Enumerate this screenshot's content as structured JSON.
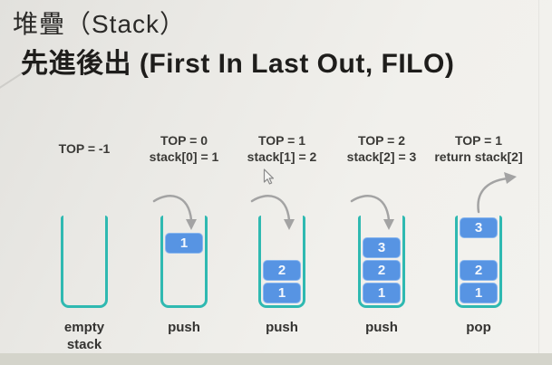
{
  "title": {
    "line1": "堆疊（Stack）",
    "line2": "先進後出 (First In Last Out, FILO)"
  },
  "columns": [
    {
      "state_line1": "TOP = -1",
      "state_line2": "",
      "operation": "empty\nstack",
      "blocks": []
    },
    {
      "state_line1": "TOP = 0",
      "state_line2": "stack[0] = 1",
      "operation": "push",
      "blocks": [
        {
          "value": "1"
        }
      ]
    },
    {
      "state_line1": "TOP = 1",
      "state_line2": "stack[1] = 2",
      "operation": "push",
      "blocks": [
        {
          "value": "2"
        },
        {
          "value": "1"
        }
      ]
    },
    {
      "state_line1": "TOP = 2",
      "state_line2": "stack[2] = 3",
      "operation": "push",
      "blocks": [
        {
          "value": "3"
        },
        {
          "value": "2"
        },
        {
          "value": "1"
        }
      ]
    },
    {
      "state_line1": "TOP = 1",
      "state_line2": "return stack[2]",
      "operation": "pop",
      "blocks": [
        {
          "value": "3"
        },
        {
          "value": "2"
        },
        {
          "value": "1"
        }
      ]
    }
  ],
  "icons": {
    "push_arrow": "curved-arrow-down-into-stack",
    "pop_arrow": "curved-arrow-up-out-of-stack",
    "cursor": "mouse-pointer"
  },
  "colors": {
    "block_blue": "#5794e3",
    "block_border": "#8ab7ee",
    "container_teal": "#2fb9b1",
    "arrow_gray": "#a3a3a3",
    "background": "#eeede9",
    "bottom_bar": "#d4d4cb",
    "title_text": "#1e1d1b",
    "label_text": "#3b3a37"
  }
}
